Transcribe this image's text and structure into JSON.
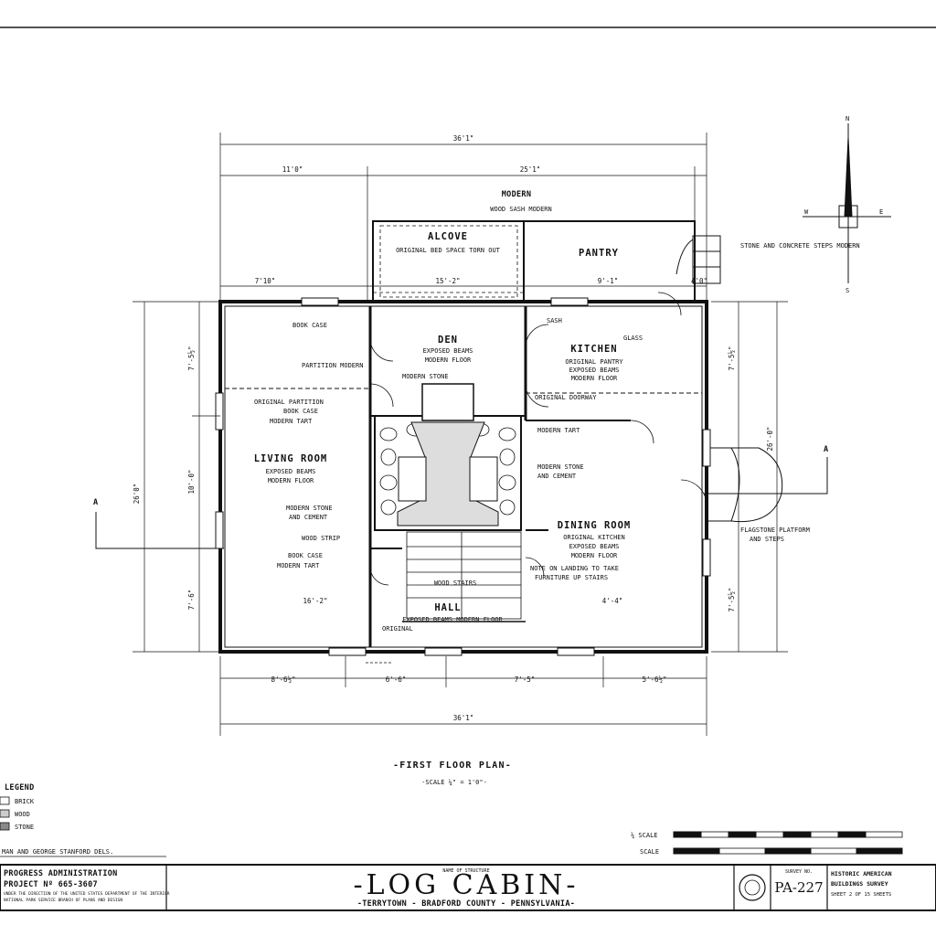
{
  "plan": {
    "title": "-FIRST FLOOR PLAN-",
    "scale": "-SCALE ¼\" = 1'0\"-"
  },
  "rooms": {
    "alcove": "ALCOVE",
    "alcove_note": "ORIGINAL BED SPACE TORN OUT",
    "pantry": "PANTRY",
    "den": "DEN",
    "den_note1": "EXPOSED BEAMS",
    "den_note2": "MODERN FLOOR",
    "kitchen": "KITCHEN",
    "kitchen_note1": "ORIGINAL PANTRY",
    "kitchen_note2": "EXPOSED BEAMS",
    "kitchen_note3": "MODERN FLOOR",
    "living": "LIVING ROOM",
    "living_note1": "EXPOSED BEAMS",
    "living_note2": "MODERN FLOOR",
    "dining": "DINING ROOM",
    "dining_note1": "ORIGINAL KITCHEN",
    "dining_note2": "EXPOSED BEAMS",
    "dining_note3": "MODERN FLOOR",
    "hall": "HALL",
    "hall_note": "EXPOSED BEAMS MODERN FLOOR"
  },
  "notes": {
    "modern": "MODERN",
    "wood_sash": "WOOD SASH MODERN",
    "stone_steps": "STONE AND CONCRETE STEPS MODERN",
    "book_case": "BOOK CASE",
    "partition_modern": "PARTITION MODERN",
    "original_partition": "ORIGINAL PARTITION",
    "book_case2": "BOOK CASE",
    "modern_tart": "MODERN TART",
    "modern_stone": "MODERN STONE",
    "and_cement": "AND CEMENT",
    "wood_strip": "WOOD STRIP",
    "book_case3": "BOOK CASE",
    "modern_tart2": "MODERN TART",
    "modern_tart3": "MODERN TART",
    "modern_stone2": "MODERN STONE",
    "and_cement2": "AND CEMENT",
    "flagstone": "FLAGSTONE PLATFORM",
    "and_steps": "AND STEPS",
    "wood_steps": "WOOD STAIRS",
    "stairs_note": "NOTE ON LANDING TO TAKE",
    "stairs_note2": "FURNITURE UP STAIRS",
    "original": "ORIGINAL",
    "glass": "GLASS",
    "original_doorway": "ORIGINAL DOORWAY",
    "modern_stone3": "MODERN STONE",
    "sash": "SASH"
  },
  "dimensions": {
    "overall_top": "36'1\"",
    "left_top": "11'0\"",
    "right_top": "25'1\"",
    "overall_bottom": "36'1\"",
    "b1": "8'-6½\"",
    "b2": "6'-6\"",
    "b3": "7'-5\"",
    "b4": "5'-6½\"",
    "overall_left": "26'0\"",
    "l1": "7'-5½\"",
    "l2": "10'-0\"",
    "l3": "7'-6\"",
    "overall_right": "26'-0\"",
    "r1": "7'-5½\"",
    "r2": "7'-5½\"",
    "in1": "7'10\"",
    "in2": "15'-2\"",
    "in3": "9'-1\"",
    "in4": "4'0\"",
    "in5": "16'-2\"",
    "in6": "4'-4\""
  },
  "section": {
    "a_left": "A",
    "a_right": "A"
  },
  "compass": {
    "n": "N",
    "s": "S",
    "e": "E",
    "w": "W"
  },
  "legend": {
    "title": "LEGEND",
    "brick": "BRICK",
    "wood": "WOOD",
    "stone": "STONE"
  },
  "scale_bar": {
    "label1": "¼ SCALE",
    "label2": "SCALE"
  },
  "title_block": {
    "drawn_by": "MAN AND GEORGE STANFORD DELS.",
    "agency": "PROGRESS ADMINISTRATION",
    "project": "PROJECT Nº 665-3607",
    "small1": "UNDER THE DIRECTION OF THE UNITED STATES DEPARTMENT OF THE INTERIOR",
    "small2": "NATIONAL PARK SERVICE BRANCH OF PLANS AND DESIGN",
    "name_of_structure": "NAME OF STRUCTURE",
    "name": "-LOG CABIN-",
    "location": "-TERRYTOWN - BRADFORD COUNTY - PENNSYLVANIA-",
    "survey_no_label": "SURVEY NO.",
    "survey_no": "PA-227",
    "survey1": "HISTORIC AMERICAN",
    "survey2": "BUILDINGS SURVEY",
    "survey3": "SHEET 2 OF 15 SHEETS"
  }
}
